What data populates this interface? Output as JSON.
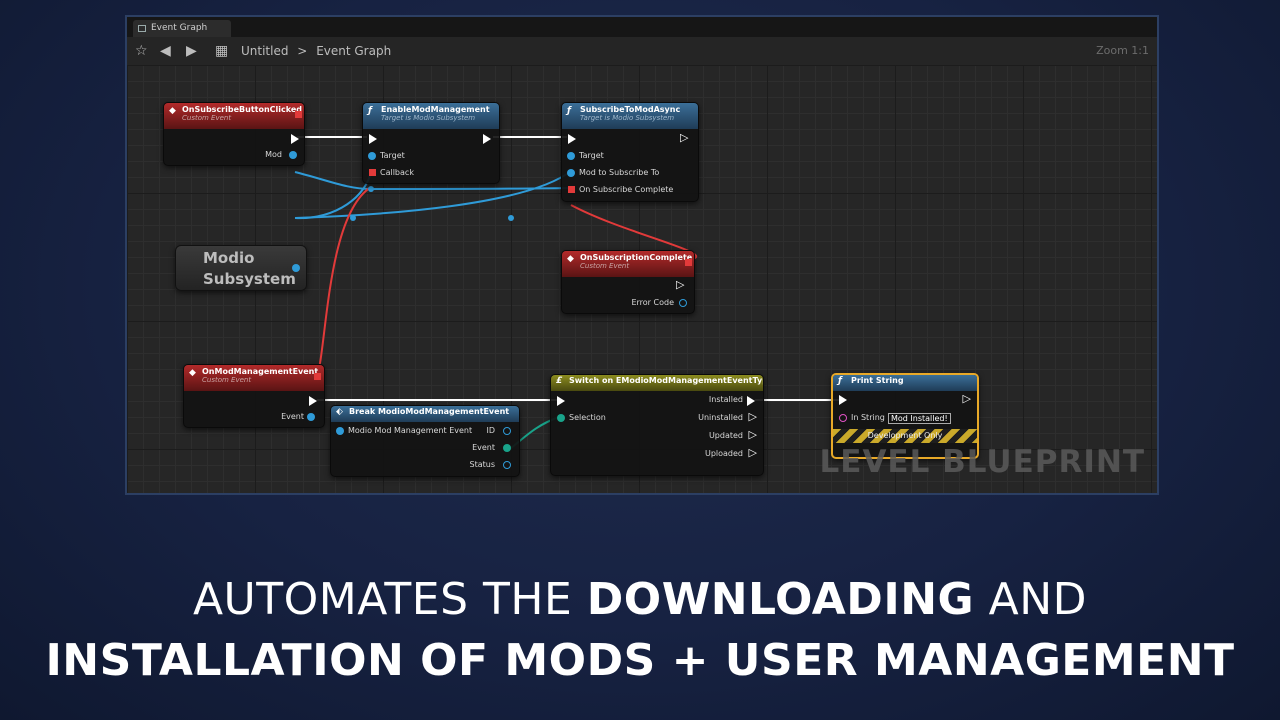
{
  "window": {
    "tab_label": "Event Graph",
    "breadcrumb_root": "Untitled",
    "breadcrumb_sep": ">",
    "breadcrumb_current": "Event Graph",
    "zoom_label": "Zoom 1:1"
  },
  "toolbar": {
    "icons": [
      "star-icon",
      "back-arrow-icon",
      "forward-arrow-icon",
      "graph-icon"
    ]
  },
  "nodes": {
    "subscribe_clicked": {
      "title": "OnSubscribeButtonClicked",
      "subtitle": "Custom Event",
      "pin_mod": "Mod"
    },
    "enable_mgmt": {
      "title": "EnableModManagement",
      "subtitle": "Target is Modio Subsystem",
      "pin_target": "Target",
      "pin_callback": "Callback"
    },
    "subscribe_async": {
      "title": "SubscribeToModAsync",
      "subtitle": "Target is Modio Subsystem",
      "pin_target": "Target",
      "pin_mod": "Mod to Subscribe To",
      "pin_complete": "On Subscribe Complete"
    },
    "modio_subsystem": {
      "line1": "Modio",
      "line2": "Subsystem"
    },
    "subscription_complete": {
      "title": "OnSubscriptionComplete",
      "subtitle": "Custom Event",
      "pin_error": "Error Code"
    },
    "mgmt_event": {
      "title": "OnModManagementEvent",
      "subtitle": "Custom Event",
      "pin_event": "Event"
    },
    "break_event": {
      "title": "Break ModioModManagementEvent",
      "pin_in": "Modio Mod Management Event",
      "pin_id": "ID",
      "pin_event": "Event",
      "pin_status": "Status"
    },
    "switch": {
      "title": "Switch on EModioModManagementEventType",
      "pin_selection": "Selection",
      "pin_installed": "Installed",
      "pin_uninstalled": "Uninstalled",
      "pin_updated": "Updated",
      "pin_uploaded": "Uploaded"
    },
    "print_string": {
      "title": "Print String",
      "pin_instring": "In String",
      "instring_value": "Mod Installed!",
      "dev_label": "Development Only"
    }
  },
  "watermark": "LEVEL BLUEPRINT",
  "caption": {
    "line1_a": "AUTOMATES THE ",
    "line1_b": "DOWNLOADING",
    "line1_c": " AND",
    "line2": "INSTALLATION OF MODS + USER MANAGEMENT"
  },
  "colors": {
    "background": "#172242",
    "event_header": "#b32a2a",
    "function_header": "#3b6f98",
    "switch_header": "#8c8c1f",
    "print_highlight": "#e8a928",
    "object_pin": "#2f9bd8",
    "delegate_pin": "#e23a3a",
    "struct_pin": "#19a38a",
    "string_pin": "#e052c4"
  }
}
